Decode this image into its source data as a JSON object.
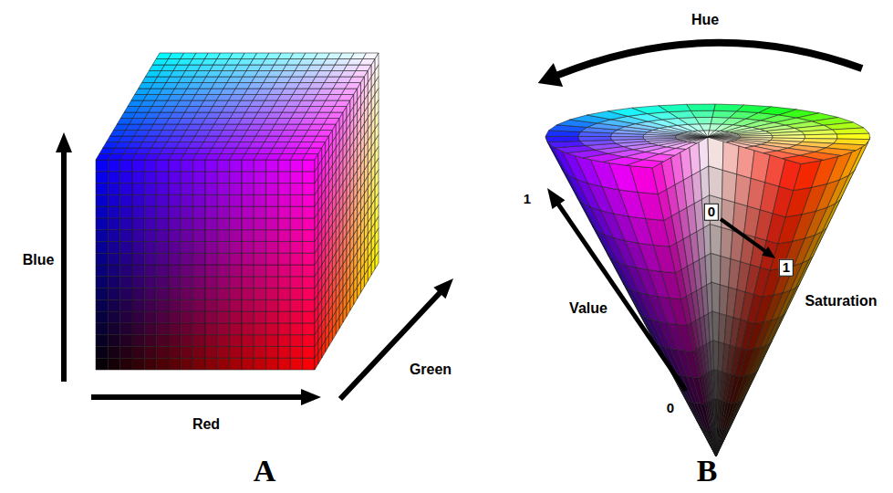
{
  "diagram": {
    "labels": [
      "Hue",
      "Blue",
      "1",
      "0",
      "1",
      "Value",
      "Saturation",
      "Green",
      "Red",
      "0",
      "A",
      "B"
    ]
  }
}
